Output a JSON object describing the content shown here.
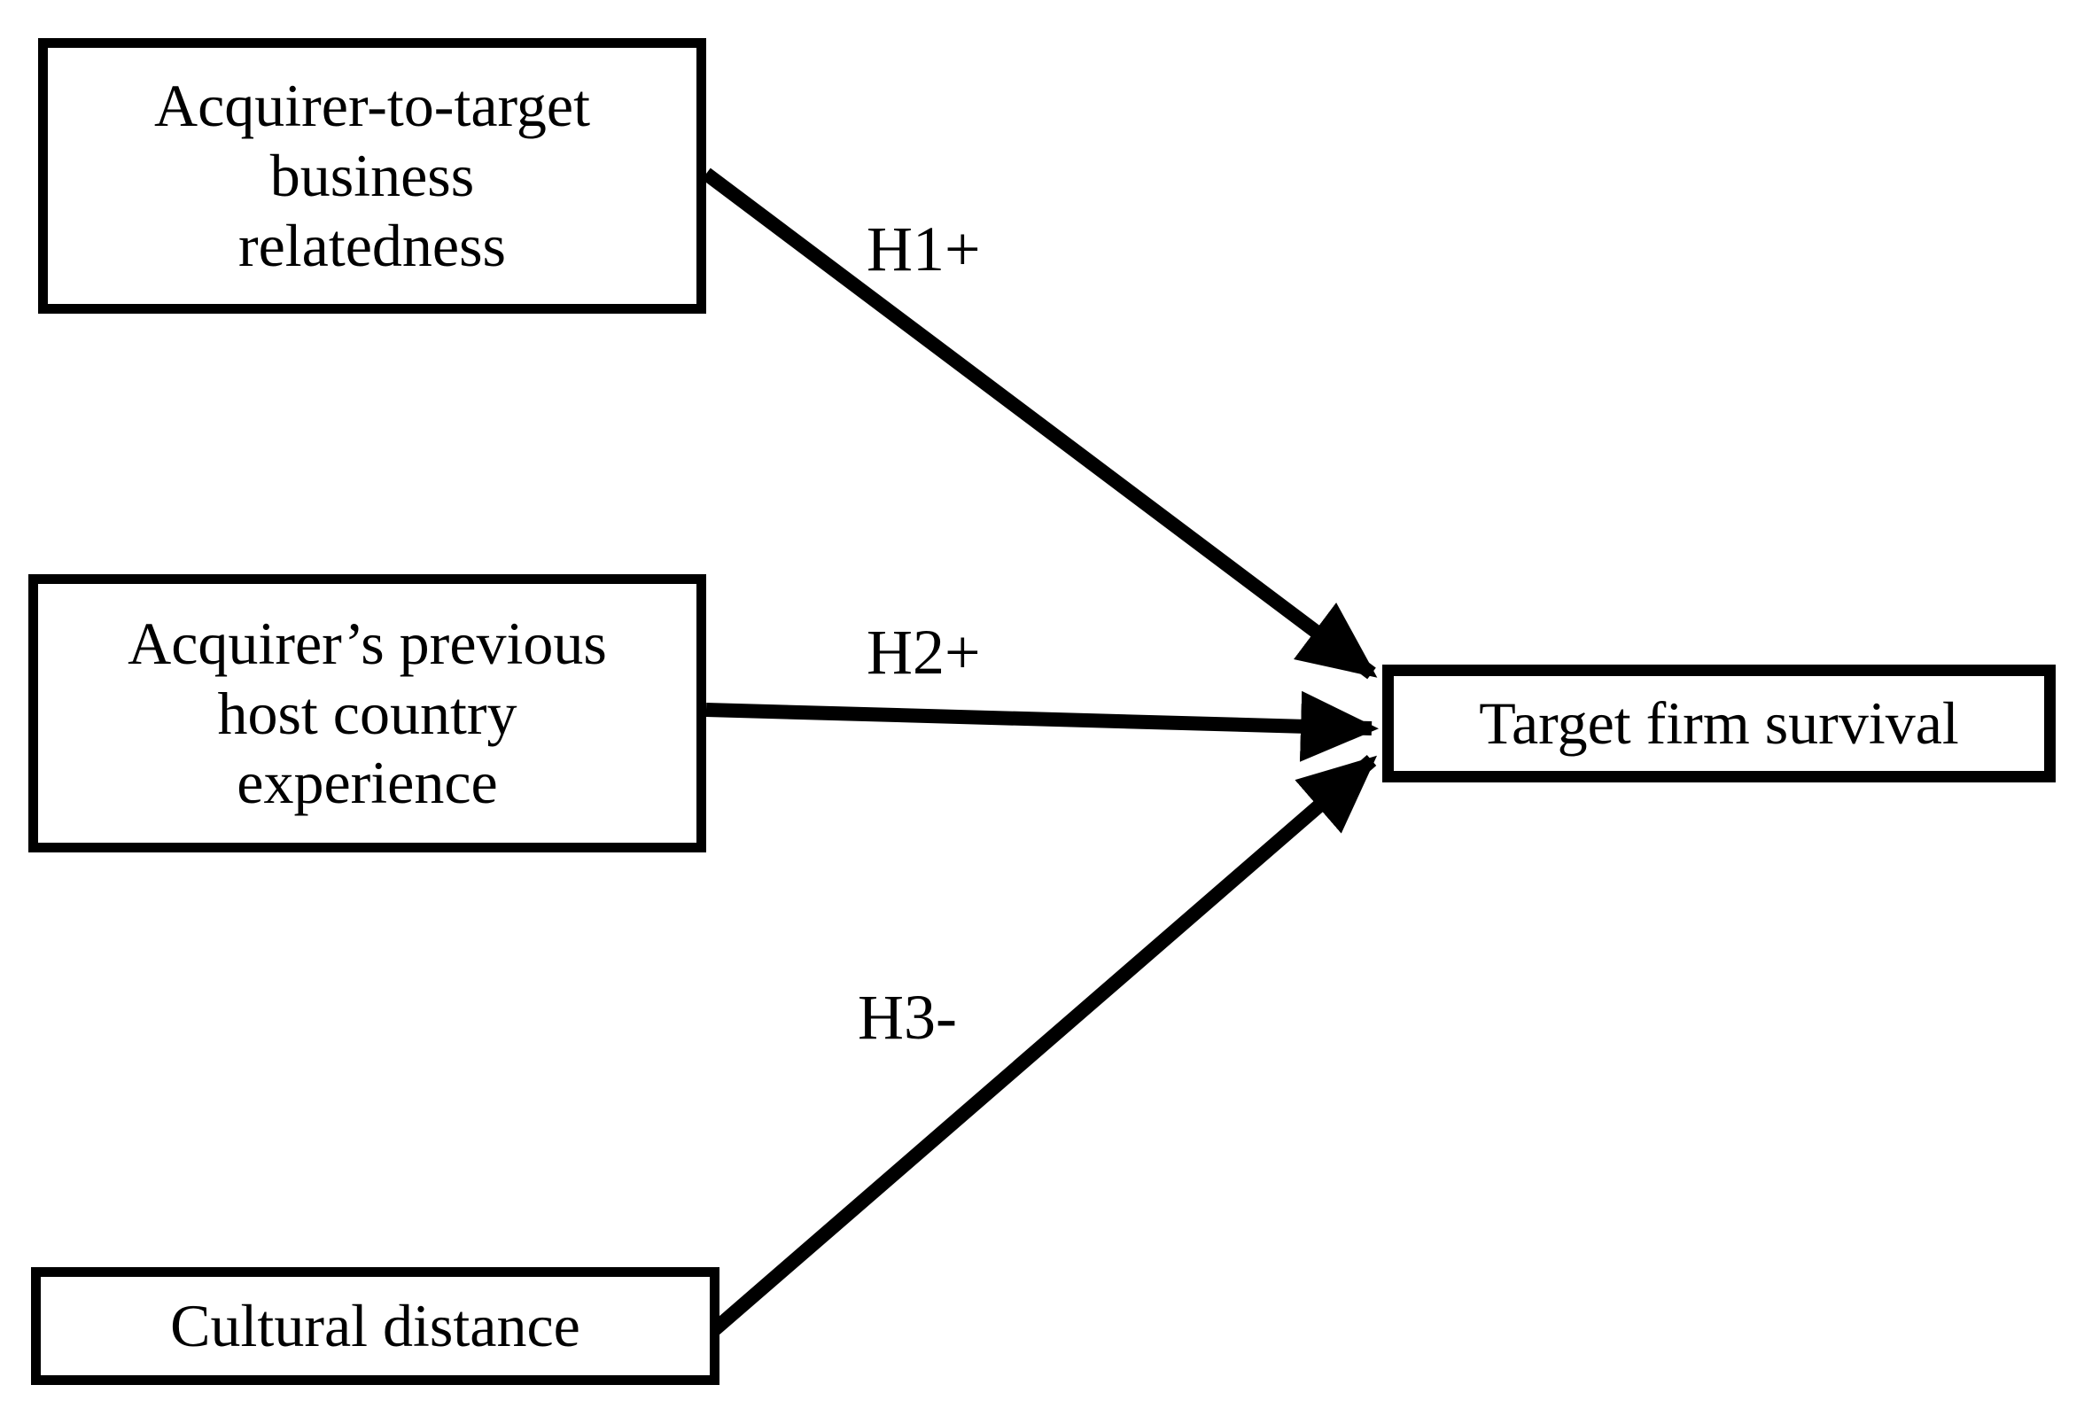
{
  "diagram": {
    "type": "conceptual-model",
    "background_color": "#ffffff",
    "line_color": "#000000",
    "text_color": "#000000",
    "nodes": [
      {
        "id": "business-relatedness",
        "label": "Acquirer-to-target\nbusiness\nrelatedness"
      },
      {
        "id": "host-country-experience",
        "label": "Acquirer’s previous\nhost country\nexperience"
      },
      {
        "id": "cultural-distance",
        "label": "Cultural distance"
      },
      {
        "id": "target-firm-survival",
        "label": "Target firm survival"
      }
    ],
    "edges": [
      {
        "from": "business-relatedness",
        "to": "target-firm-survival",
        "label": "H1+"
      },
      {
        "from": "host-country-experience",
        "to": "target-firm-survival",
        "label": "H2+"
      },
      {
        "from": "cultural-distance",
        "to": "target-firm-survival",
        "label": "H3-"
      }
    ]
  }
}
